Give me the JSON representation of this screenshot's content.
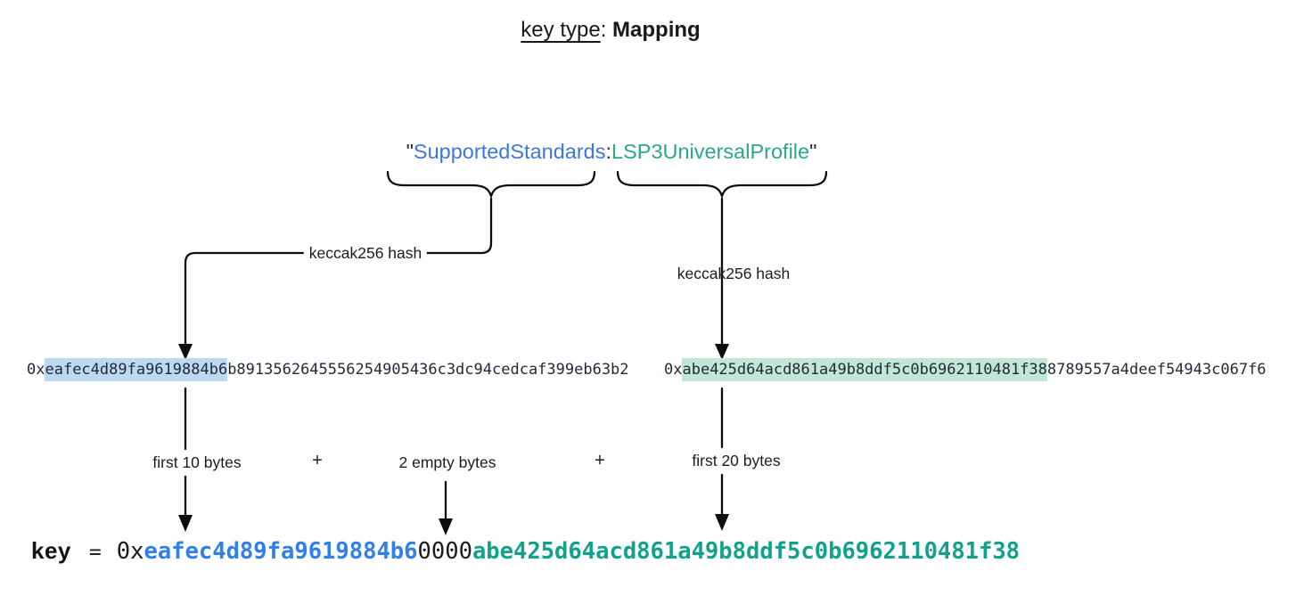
{
  "title": {
    "key_type_label": "key type",
    "colon": ": ",
    "value": "Mapping"
  },
  "mapping_string": {
    "open_quote": "\"",
    "first_word": "SupportedStandards",
    "colon": ":",
    "second_word": "LSP3UniversalProfile",
    "close_quote": "\""
  },
  "hash_steps": {
    "left_label": "keccak256 hash",
    "right_label": "keccak256 hash"
  },
  "hashes": {
    "left": {
      "prefix": "0x",
      "first_10_bytes": "eafec4d89fa9619884b6",
      "remainder": "b8913562645556254905436c3dc94cedcaf399eb63b2"
    },
    "right": {
      "prefix": "0x",
      "first_20_bytes": "abe425d64acd861a49b8ddf5c0b6962110481f38",
      "remainder": "8789557a4deef54943c067f6"
    }
  },
  "composition": {
    "first_10_bytes_label": "first 10 bytes",
    "plus_left": "+",
    "empty_bytes_label": "2 empty bytes",
    "plus_right": "+",
    "first_20_bytes_label": "first 20 bytes"
  },
  "result_key": {
    "label": "key",
    "equals": "=",
    "prefix": "0x",
    "first_10_bytes": "eafec4d89fa9619884b6",
    "empty_bytes": "0000",
    "first_20_bytes": "abe425d64acd861a49b8ddf5c0b6962110481f38"
  },
  "colors": {
    "word_blue": "#3c78d8",
    "word_green": "#2ba58c",
    "key_blue": "#2f80ed",
    "key_green": "#12a189",
    "highlight_blue": "#bdd9f2",
    "highlight_green": "#c3e6d6",
    "line_black": "#0d0d0d"
  }
}
